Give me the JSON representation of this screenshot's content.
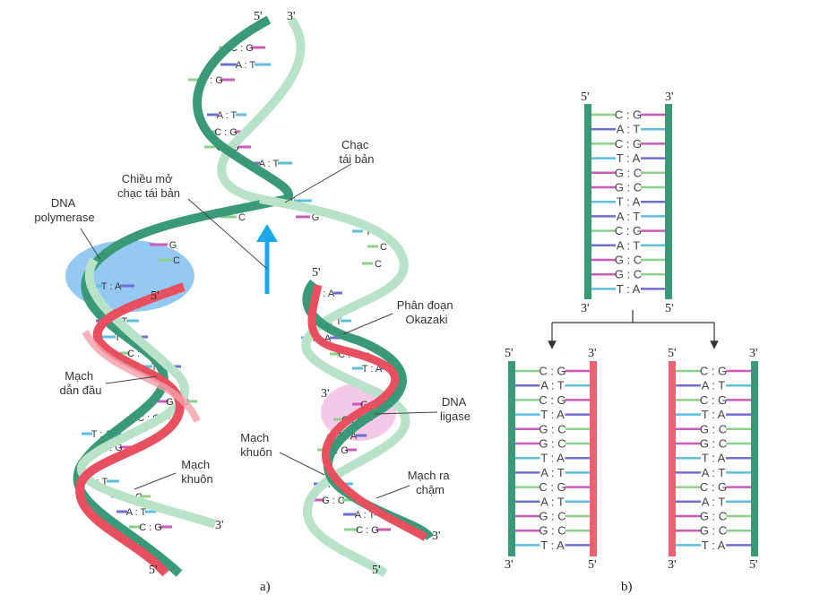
{
  "panel_a": {
    "caption": "a)",
    "top_ends": [
      "5'",
      "3'"
    ],
    "labels": {
      "fork": [
        "Chạc",
        "tái bản"
      ],
      "direction": [
        "Chiều mở",
        "chạc tái bản"
      ],
      "polymerase": [
        "DNA",
        "polymerase"
      ],
      "okazaki": [
        "Phân đoạn",
        "Okazaki"
      ],
      "leading": [
        "Mạch",
        "dẫn đầu"
      ],
      "ligase": [
        "DNA",
        "ligase"
      ],
      "template_left": [
        "Mạch",
        "khuôn"
      ],
      "template_right": [
        "Mạch",
        "khuôn"
      ],
      "lagging": [
        "Mạch ra",
        "chậm"
      ]
    },
    "top_pairs": [
      "C : G",
      "A : T",
      "C : G",
      "A : T",
      "C : G",
      "C : G",
      "A : T",
      "A : T"
    ],
    "left_arm_pairs": [
      "G",
      "C",
      "T : A",
      "A : T",
      "T : A",
      "C : G",
      "T : A",
      "G : C",
      "C : G",
      "T : A",
      "C : G",
      "A : T",
      "G : C",
      "A : T",
      "C : G"
    ],
    "right_arm_pairs": [
      "C",
      "G",
      "T",
      "C",
      "C",
      "T : A",
      "A : T",
      "T : A",
      "C : G",
      "T : A",
      "G : C",
      "C : G",
      "T : A",
      "C : G",
      "A : T",
      "G : C",
      "A : T",
      "C : G"
    ],
    "arm_ends": {
      "left_5": "5'",
      "left_bottom_3": "3'",
      "left_bottom_5": "5'",
      "right_5": "5'",
      "right_3": "3'",
      "right_bottom_3": "3'",
      "right_bottom_5": "5'"
    }
  },
  "panel_b": {
    "caption": "b)",
    "parent_ends": {
      "top_left": "5'",
      "top_right": "3'",
      "bottom_left": "3'",
      "bottom_right": "5'"
    },
    "parent_pairs": [
      "C : G",
      "A : T",
      "C : G",
      "T : A",
      "G : C",
      "G : C",
      "T : A",
      "A : T",
      "C : G",
      "A : T",
      "G : C",
      "G : C",
      "T : A"
    ],
    "daughter_left_ends": {
      "top_left": "5'",
      "top_right": "3'",
      "bottom_left": "3'",
      "bottom_right": "5'"
    },
    "daughter_right_ends": {
      "top_left": "5'",
      "top_right": "3'",
      "bottom_left": "3'",
      "bottom_right": "5'"
    },
    "daughter_pairs": [
      "C : G",
      "A : T",
      "C : G",
      "T : A",
      "G : C",
      "G : C",
      "T : A",
      "A : T",
      "C : G",
      "A : T",
      "G : C",
      "G : C",
      "T : A"
    ]
  },
  "colors": {
    "old_strand": "#3a9a78",
    "new_strand": "#e8505f",
    "light_strand": "#b9e3c8",
    "A": "#6d6fd6",
    "T": "#5bbfe0",
    "C": "#8cd08a",
    "G": "#cc5ab8",
    "arrow": "#1ba8e8"
  }
}
